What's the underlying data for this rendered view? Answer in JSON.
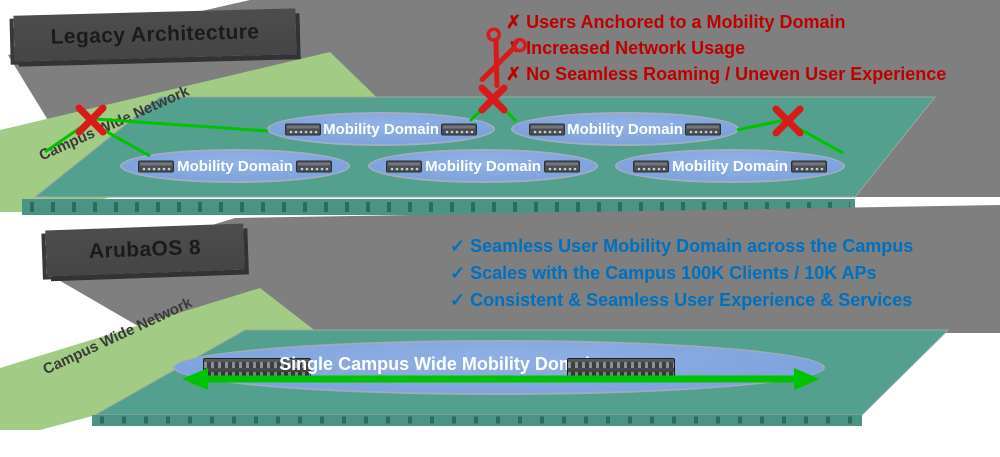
{
  "top_section": {
    "title": "Legacy Architecture",
    "network_label": "Campus Wide Network",
    "domain_labels": [
      "Mobility Domain",
      "Mobility Domain",
      "Mobility Domain",
      "Mobility Domain",
      "Mobility Domain"
    ],
    "issues": [
      "✗ Users Anchored to a Mobility Domain",
      "✗ Increased Network Usage",
      "✗ No Seamless Roaming / Uneven User Experience"
    ]
  },
  "bottom_section": {
    "title": "ArubaOS 8",
    "network_label": "Campus Wide Network",
    "domain_label": "Single Campus Wide Mobility Domain",
    "benefits": [
      "✓ Seamless User Mobility Domain across the Campus",
      "✓ Scales with the Campus 100K Clients / 10K APs",
      "✓ Consistent & Seamless User Experience & Services"
    ]
  },
  "colors": {
    "floor_teal": "#53a08f",
    "ellipse_blue": "#7fa3dc",
    "grass_green": "#a2cc85",
    "slab_gray": "#7f7f7f",
    "banner_charcoal": "#454545",
    "link_green": "#00c300",
    "alert_red": "#d91a1a",
    "issue_text_red": "#c00000",
    "benefit_text_blue": "#0070c0"
  }
}
